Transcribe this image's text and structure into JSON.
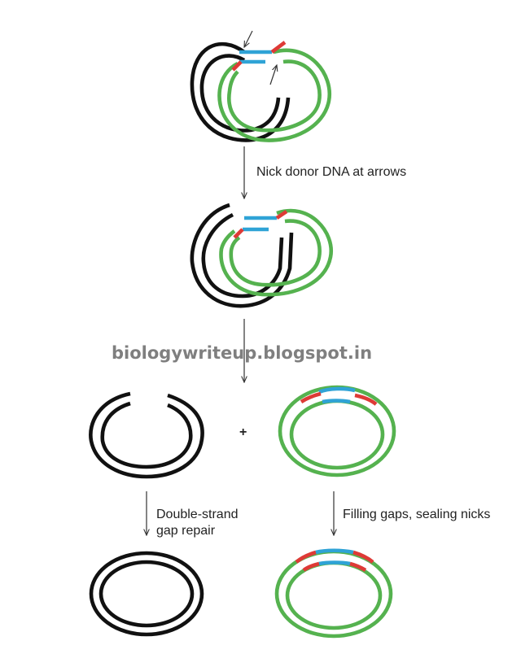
{
  "steps": {
    "nick": "Nick donor DNA at arrows",
    "double_strand_gap_repair": [
      "Double-strand",
      "gap repair"
    ],
    "fill_gaps": "Filling gaps, sealing nicks",
    "plus": "+"
  },
  "watermark": "biologywriteup.blogspot.in",
  "colors": {
    "donor_dna": "#111111",
    "recipient_dna": "#55b24f",
    "donor_segment": "#2fa3d6",
    "flanking_segment": "#de3a36"
  }
}
